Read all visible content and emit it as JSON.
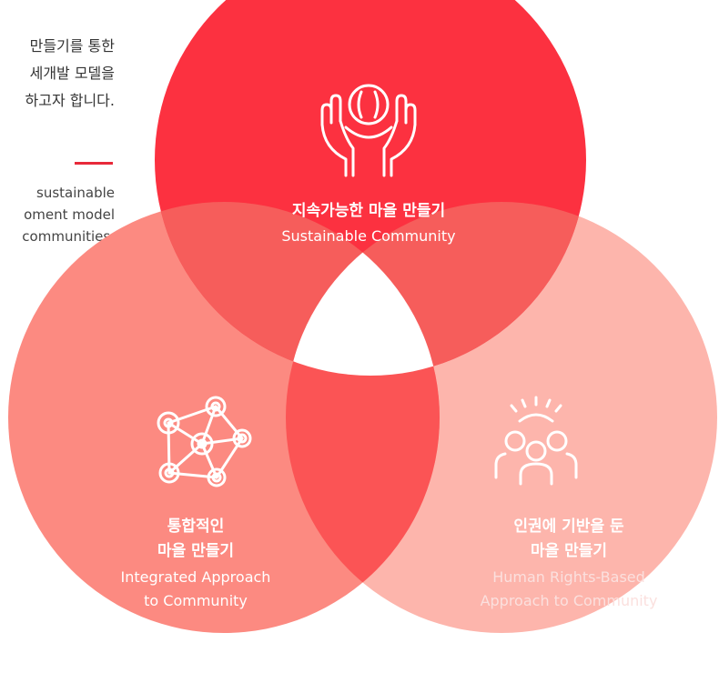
{
  "intro": {
    "ko_lines": [
      "만들기를 통한",
      "세개발 모델을",
      "하고자 합니다."
    ],
    "en_lines": [
      "sustainable",
      "oment model",
      "communities."
    ]
  },
  "venn": {
    "colors": {
      "top": "#fc3140",
      "left": "#fc8a81",
      "right": "#fdb5ac",
      "top_left": "#f65d5b",
      "top_right": "#f65d5b",
      "left_right": "#fb5455",
      "center": "#ffffff",
      "icon_stroke": "#ffffff"
    },
    "top": {
      "title": "지속가능한 마을 만들기",
      "subtitle": "Sustainable Community",
      "icon": "hands-holding-globe-icon"
    },
    "left": {
      "title_line1": "통합적인",
      "title_line2": "마을 만들기",
      "subtitle_line1": "Integrated Approach",
      "subtitle_line2": "to Community",
      "icon": "network-nodes-icon"
    },
    "right": {
      "title_line1": "인권에 기반을 둔",
      "title_line2": "마을 만들기",
      "subtitle_line1": "Human Rights-Based",
      "subtitle_line2": "Approach to Community",
      "icon": "people-group-icon"
    }
  }
}
